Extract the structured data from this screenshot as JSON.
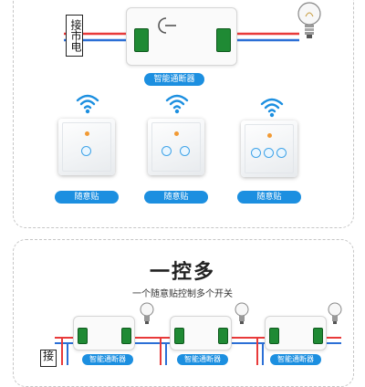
{
  "top_diagram": {
    "mains_label": "接市电",
    "module_label": "智能通断器"
  },
  "switches": [
    {
      "label": "随意贴",
      "gangs": 1
    },
    {
      "label": "随意贴",
      "gangs": 2
    },
    {
      "label": "随意贴",
      "gangs": 3
    }
  ],
  "one_to_many": {
    "title": "一控多",
    "subtitle": "一个随意贴控制多个开关",
    "mains_label": "接",
    "modules": [
      {
        "label": "智能通断器"
      },
      {
        "label": "智能通断器"
      },
      {
        "label": "智能通断器"
      }
    ]
  },
  "colors": {
    "accent_blue": "#1c8fe0",
    "wire_red": "#e83a3a",
    "wire_blue": "#2b6fd6",
    "terminal_green": "#1f8a34"
  }
}
